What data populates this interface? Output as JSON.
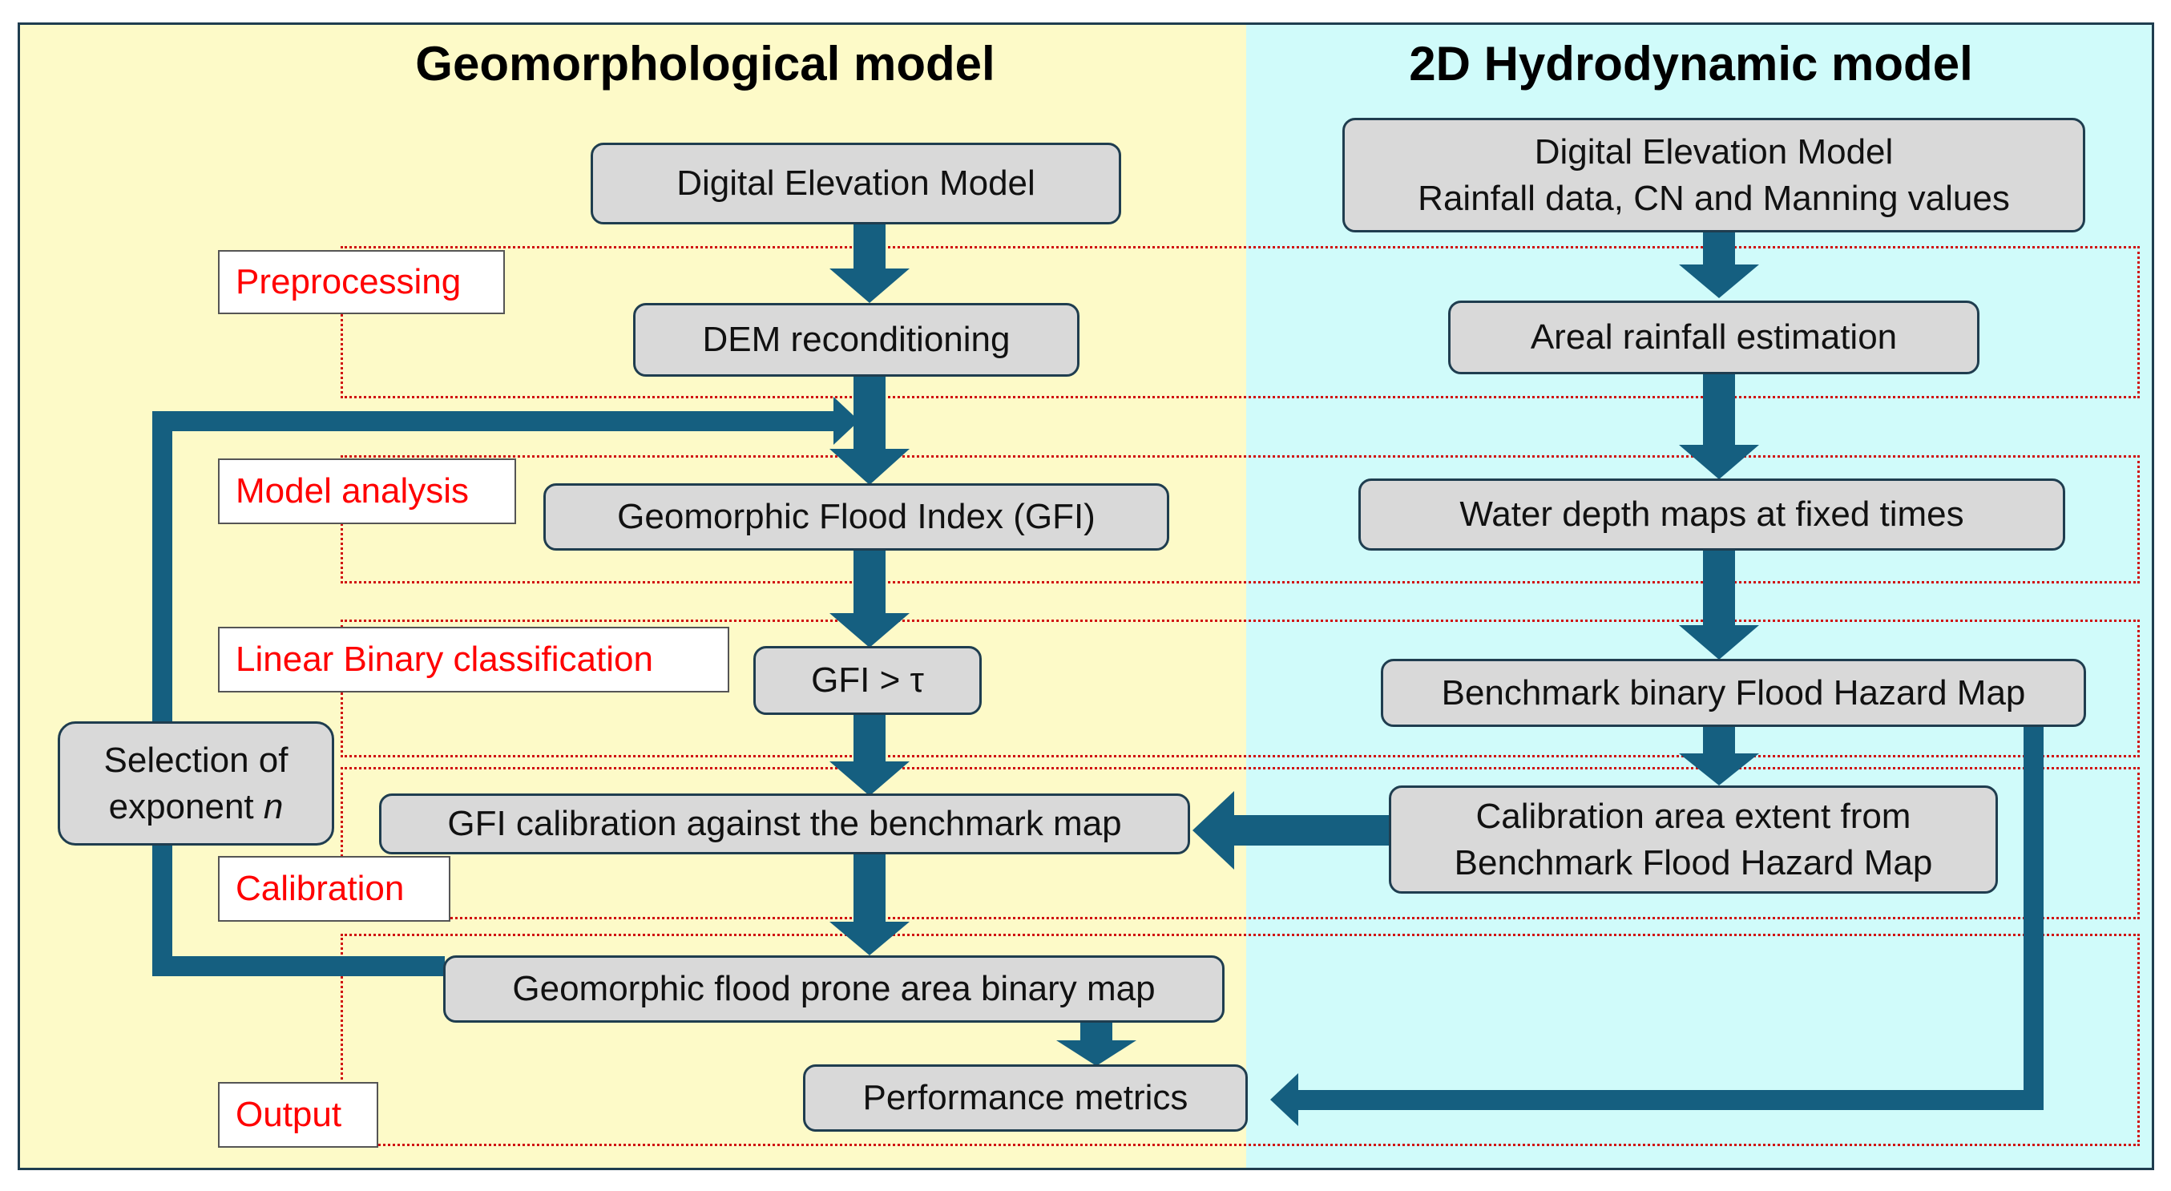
{
  "colors": {
    "left_panel_bg": "#fdfac8",
    "right_panel_bg": "#d0fbfa",
    "node_fill": "#d9d9d9",
    "node_border": "#1f3d4f",
    "arrow": "#155f80",
    "stage_text": "#ff0000",
    "zone_border": "#d01010"
  },
  "panels": {
    "left_title": "Geomorphological model",
    "right_title": "2D Hydrodynamic model"
  },
  "stages": {
    "preprocessing": "Preprocessing",
    "model_analysis": "Model analysis",
    "linear_binary": "Linear Binary classification",
    "calibration": "Calibration",
    "output": "Output"
  },
  "left_nodes": {
    "dem": "Digital Elevation Model",
    "recondition": "DEM reconditioning",
    "gfi": "Geomorphic Flood Index (GFI)",
    "threshold": "GFI > τ",
    "gfi_calibration": "GFI calibration against the benchmark map",
    "binary_map": "Geomorphic flood prone area binary map",
    "metrics": "Performance metrics",
    "selection_line1": "Selection of",
    "selection_line2_prefix": "exponent ",
    "selection_var": "n"
  },
  "right_nodes": {
    "inputs_line1": "Digital Elevation Model",
    "inputs_line2": "Rainfall data, CN and Manning values",
    "areal_rainfall": "Areal rainfall estimation",
    "water_depth": "Water depth maps at fixed times",
    "benchmark": "Benchmark binary Flood Hazard Map",
    "calib_extent_line1": "Calibration area extent from",
    "calib_extent_line2": "Benchmark Flood Hazard Map"
  }
}
